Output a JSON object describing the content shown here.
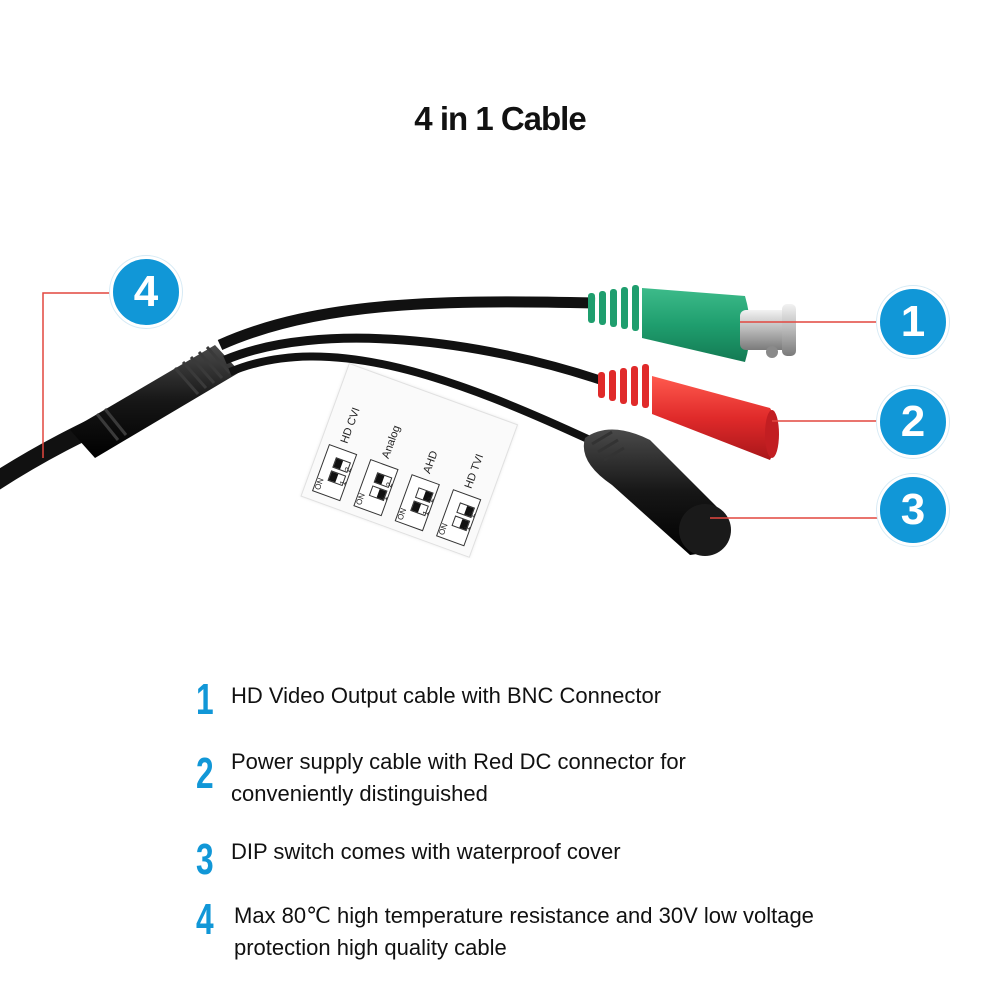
{
  "title": "4 in 1 Cable",
  "colors": {
    "accent": "#1197d7",
    "callout_line": "#e2473f",
    "cable": "#111111",
    "bnc_connector": "#1f9e6e",
    "dc_connector": "#e02a2a"
  },
  "callouts": [
    {
      "number": "1",
      "target": "bnc-connector"
    },
    {
      "number": "2",
      "target": "red-dc-connector"
    },
    {
      "number": "3",
      "target": "dip-switch-cover"
    },
    {
      "number": "4",
      "target": "main-cable"
    }
  ],
  "dip_label": {
    "on_text": "ON",
    "modes": [
      {
        "name": "HD CVI",
        "num1": "1",
        "num2": "2"
      },
      {
        "name": "Analog",
        "num1": "1",
        "num2": "2"
      },
      {
        "name": "AHD",
        "num1": "1",
        "num2": "2"
      },
      {
        "name": "HD TVI",
        "num1": "1",
        "num2": "2"
      }
    ]
  },
  "features": [
    {
      "number": "1",
      "text": "HD Video Output cable with BNC Connector"
    },
    {
      "number": "2",
      "text": "Power supply cable with Red DC connector for conveniently distinguished"
    },
    {
      "number": "3",
      "text": "DIP switch comes with waterproof cover"
    },
    {
      "number": "4",
      "text": "Max 80℃ high temperature resistance and 30V low voltage protection high quality cable"
    }
  ]
}
